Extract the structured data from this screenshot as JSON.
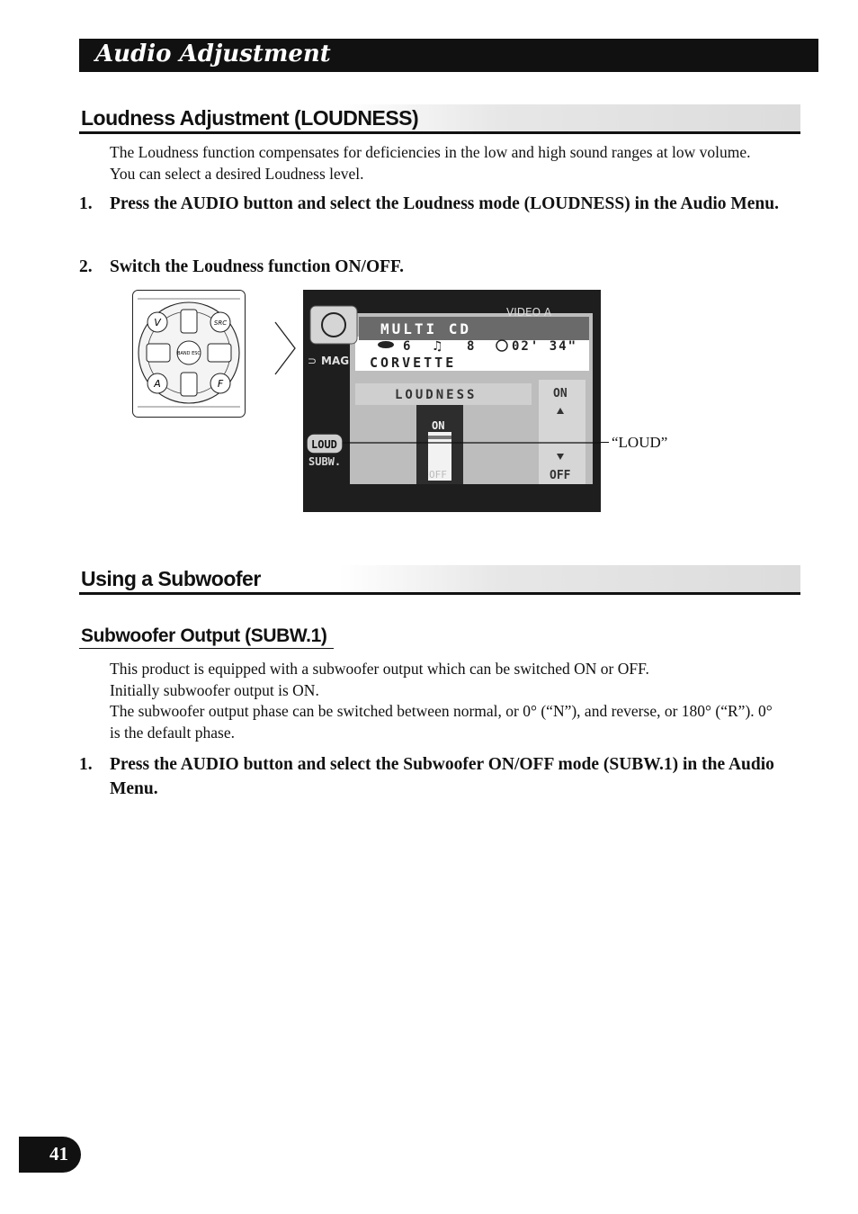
{
  "banner": {
    "title": "Audio Adjustment"
  },
  "section1": {
    "heading": "Loudness Adjustment (LOUDNESS)",
    "intro": "The Loudness function compensates for deficiencies in the low and high sound ranges at low volume. You can select a desired Loudness level.",
    "steps": [
      {
        "num": "1.",
        "text": "Press the AUDIO button and select the Loudness mode (LOUDNESS) in the Audio Menu."
      },
      {
        "num": "2.",
        "text": "Switch the Loudness function ON/OFF."
      }
    ]
  },
  "remote": {
    "labels": [
      "V",
      "SRC",
      "BAND ESC",
      "A",
      "F"
    ]
  },
  "screen": {
    "source": "VIDEO A",
    "mode": "MULTI CD",
    "disc": "6",
    "track": "8",
    "time": "02' 34\"",
    "mag": "MAG",
    "title": "CORVETTE",
    "menu_label": "LOUDNESS",
    "value_top": "ON",
    "value_bottom": "OFF",
    "bar_on": "ON",
    "bar_off": "OFF",
    "side_loud": "LOUD",
    "side_subw": "SUBW."
  },
  "callout": "“LOUD”",
  "section2": {
    "heading": "Using a Subwoofer"
  },
  "subsection": {
    "heading": "Subwoofer Output (SUBW.1)",
    "para1_line1": "This product is equipped with a subwoofer output which can be switched ON or OFF.",
    "para1_line2": "Initially subwoofer output is ON.",
    "para2": "The subwoofer output phase can be switched between normal, or 0° (“N”), and reverse, or 180° (“R”). 0° is the default phase.",
    "steps": [
      {
        "num": "1.",
        "text": "Press the AUDIO button and select the Subwoofer ON/OFF mode (SUBW.1) in the Audio Menu."
      }
    ]
  },
  "page_number": "41"
}
